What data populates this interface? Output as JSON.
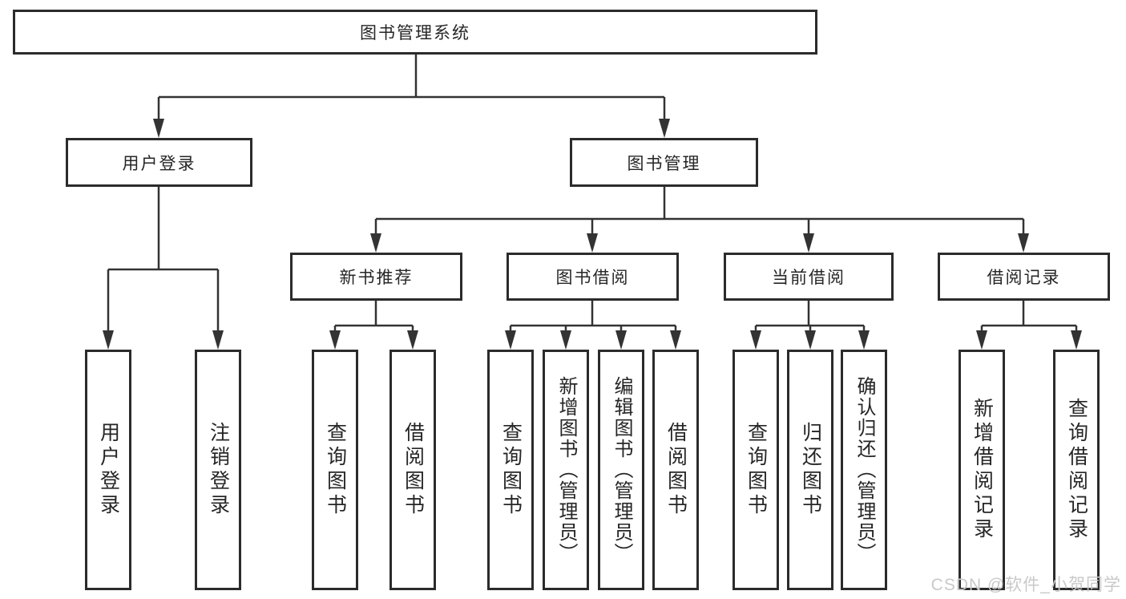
{
  "diagram": {
    "title": "图书管理系统",
    "type": "functional-structure-tree",
    "colors": {
      "line": "#333333",
      "box_border": "#2b2b2b",
      "text": "#262626",
      "background": "#ffffff",
      "watermark": "#c9c9c9"
    }
  },
  "nodes": {
    "root": {
      "label": "图书管理系统"
    },
    "login": {
      "label": "用户登录",
      "children": [
        {
          "label": "用户登录"
        },
        {
          "label": "注销登录"
        }
      ]
    },
    "mgmt": {
      "label": "图书管理",
      "children": [
        {
          "label": "新书推荐",
          "children": [
            {
              "label": "查询图书"
            },
            {
              "label": "借阅图书"
            }
          ]
        },
        {
          "label": "图书借阅",
          "children": [
            {
              "label": "查询图书"
            },
            {
              "label": "新增图书（管理员）"
            },
            {
              "label": "编辑图书（管理员）"
            },
            {
              "label": "借阅图书"
            }
          ]
        },
        {
          "label": "当前借阅",
          "children": [
            {
              "label": "查询图书"
            },
            {
              "label": "归还图书"
            },
            {
              "label": "确认归还（管理员）"
            }
          ]
        },
        {
          "label": "借阅记录",
          "children": [
            {
              "label": "新增借阅记录"
            },
            {
              "label": "查询借阅记录"
            }
          ]
        }
      ]
    }
  },
  "watermark": {
    "text": "CSDN @软件_小贺同学"
  }
}
